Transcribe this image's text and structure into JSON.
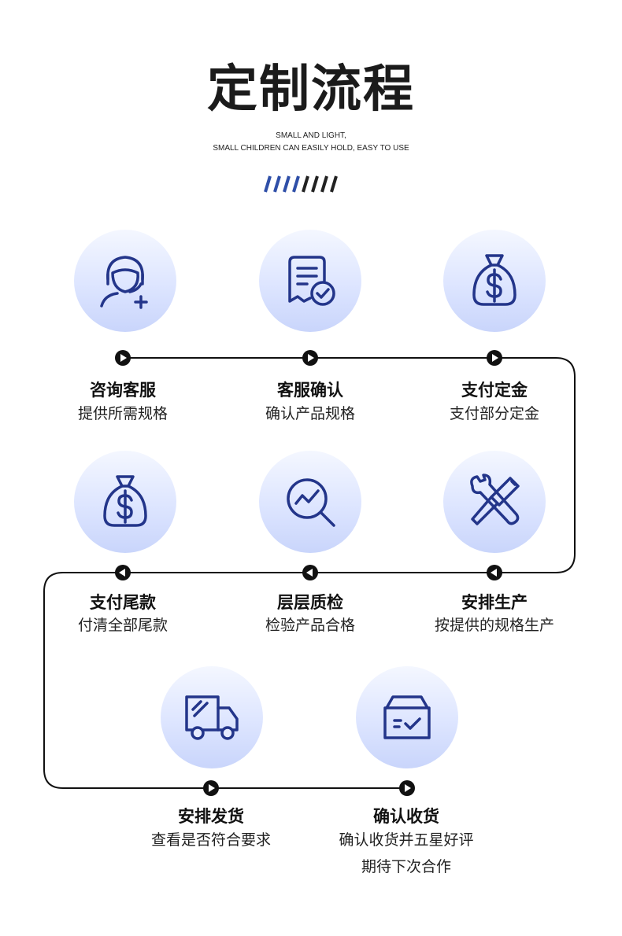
{
  "header": {
    "title": "定制流程",
    "subtitle_line1": "SMALL AND LIGHT,",
    "subtitle_line2": "SMALL CHILDREN CAN EASILY HOLD, EASY TO USE"
  },
  "colors": {
    "accent_blue": "#2f4fa8",
    "icon_stroke": "#23358a",
    "line": "#111111"
  },
  "steps": [
    {
      "icon": "customer-service-icon",
      "title": "咨询客服",
      "desc": "提供所需规格"
    },
    {
      "icon": "document-check-icon",
      "title": "客服确认",
      "desc": "确认产品规格"
    },
    {
      "icon": "money-bag-icon",
      "title": "支付定金",
      "desc": "支付部分定金"
    },
    {
      "icon": "production-tools-icon",
      "title": "安排生产",
      "desc": "按提供的规格生产"
    },
    {
      "icon": "magnifier-chart-icon",
      "title": "层层质检",
      "desc": "检验产品合格"
    },
    {
      "icon": "money-bag-icon",
      "title": "支付尾款",
      "desc": "付清全部尾款"
    },
    {
      "icon": "delivery-truck-icon",
      "title": "安排发货",
      "desc": "查看是否符合要求"
    },
    {
      "icon": "package-box-icon",
      "title": "确认收货",
      "desc": "确认收货并五星好评",
      "desc2": "期待下次合作"
    }
  ]
}
